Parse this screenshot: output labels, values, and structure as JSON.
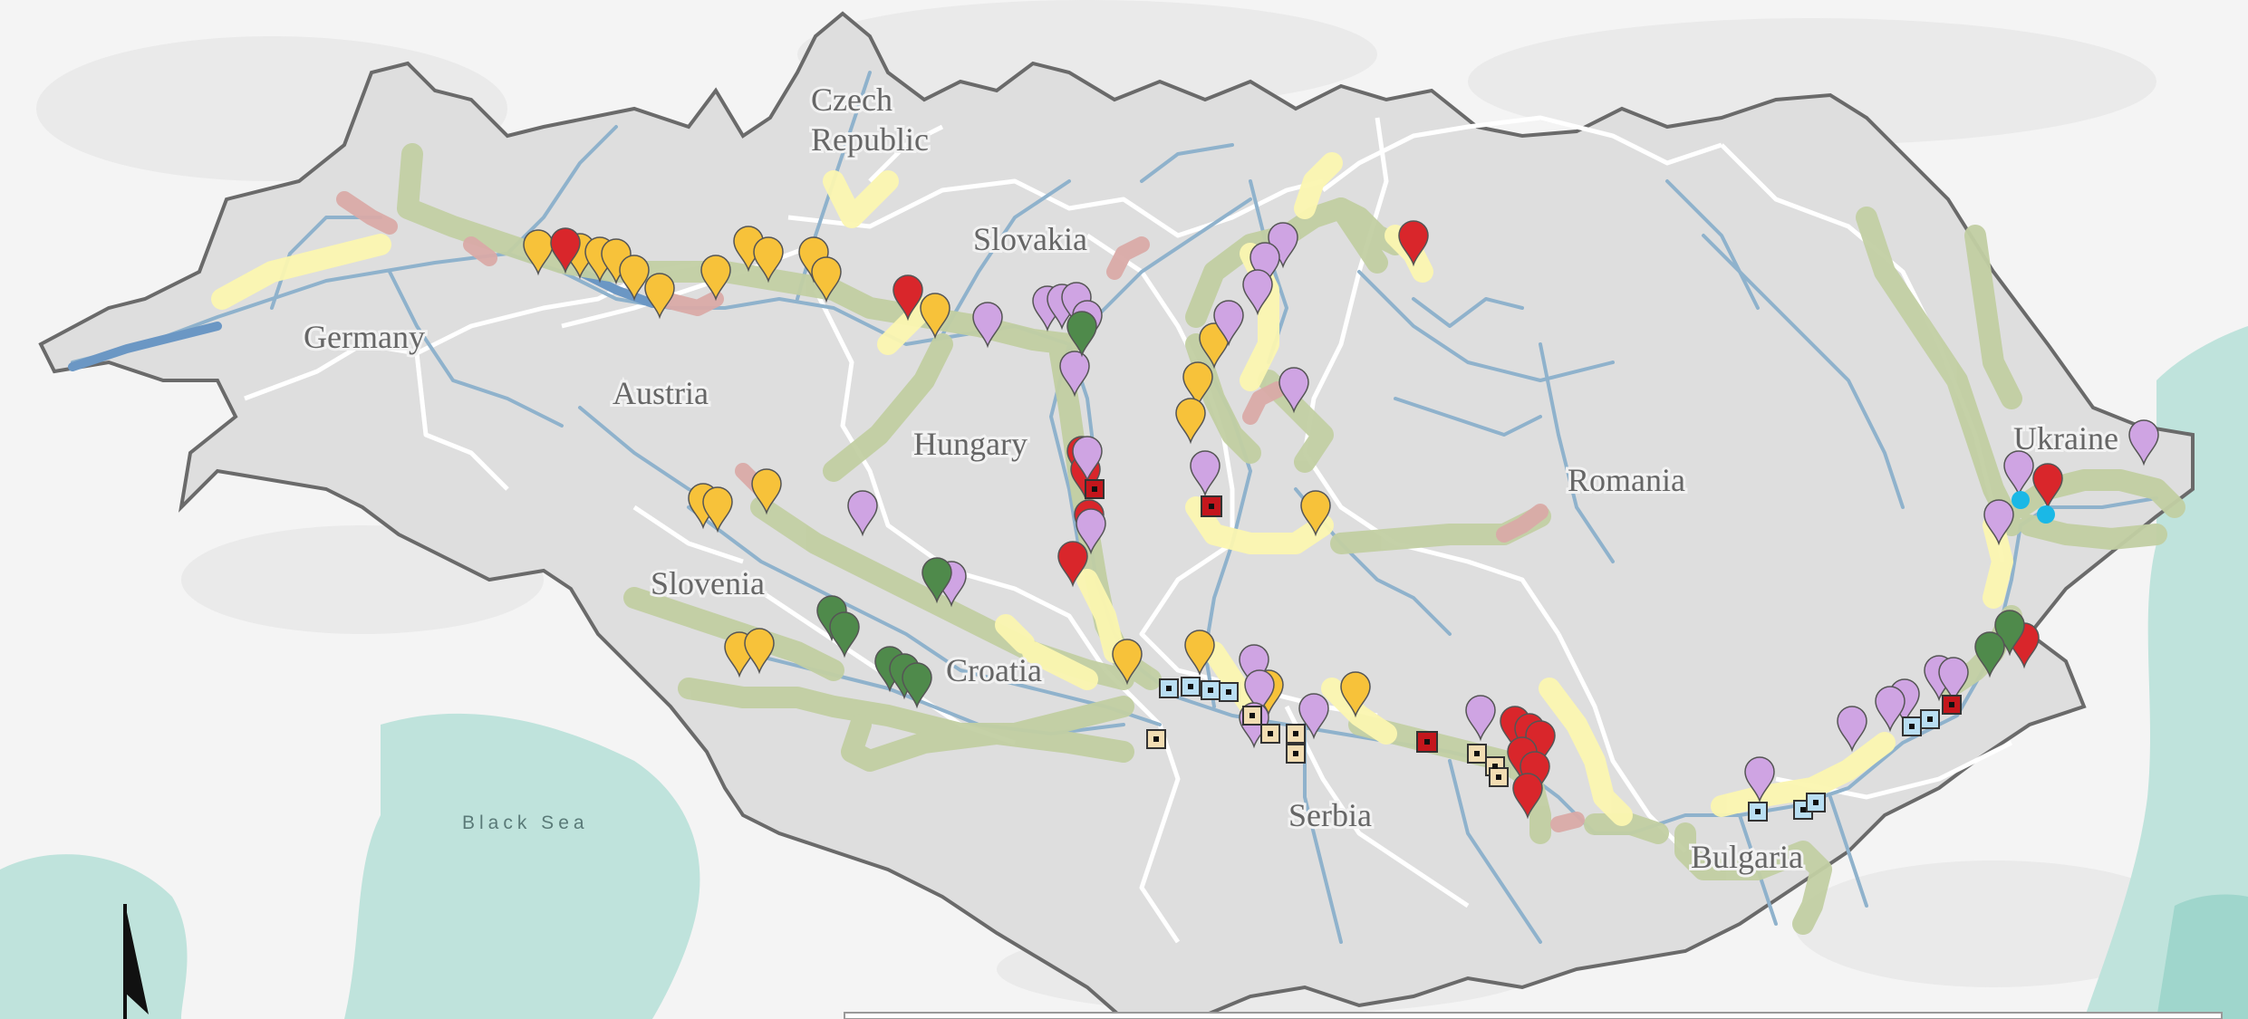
{
  "map": {
    "country_labels": {
      "germany": "Germany",
      "austria": "Austria",
      "czech_1": "Czech",
      "czech_2": "Republic",
      "slovakia": "Slovakia",
      "hungary": "Hungary",
      "slovenia": "Slovenia",
      "croatia": "Croatia",
      "serbia": "Serbia",
      "romania": "Romania",
      "bulgaria": "Bulgaria",
      "ukraine": "Ukraine"
    },
    "sea_label": "Black Sea",
    "colors": {
      "basin_fill": "#dedede",
      "basin_border": "#6a6a6a",
      "sea": "#bfe3dc",
      "river": "#8fb2cc",
      "boundary": "#ffffff",
      "corridor_green": "#c2cfa3",
      "corridor_yellow": "#fbf6b0",
      "corridor_pink": "#d9aaa6",
      "marker_yellow": "#f7c23a",
      "marker_red": "#d9262b",
      "marker_purple": "#cfa4e3",
      "marker_green": "#4f8a4b",
      "marker_cyan": "#1ab8e6",
      "square_blue": "#b9def2",
      "square_tan": "#f2ddb3",
      "square_red": "#c4161c"
    },
    "marker_icon": "map-pin-icon",
    "square_icon": "square-site-icon",
    "north_arrow_icon": "north-arrow-icon"
  }
}
